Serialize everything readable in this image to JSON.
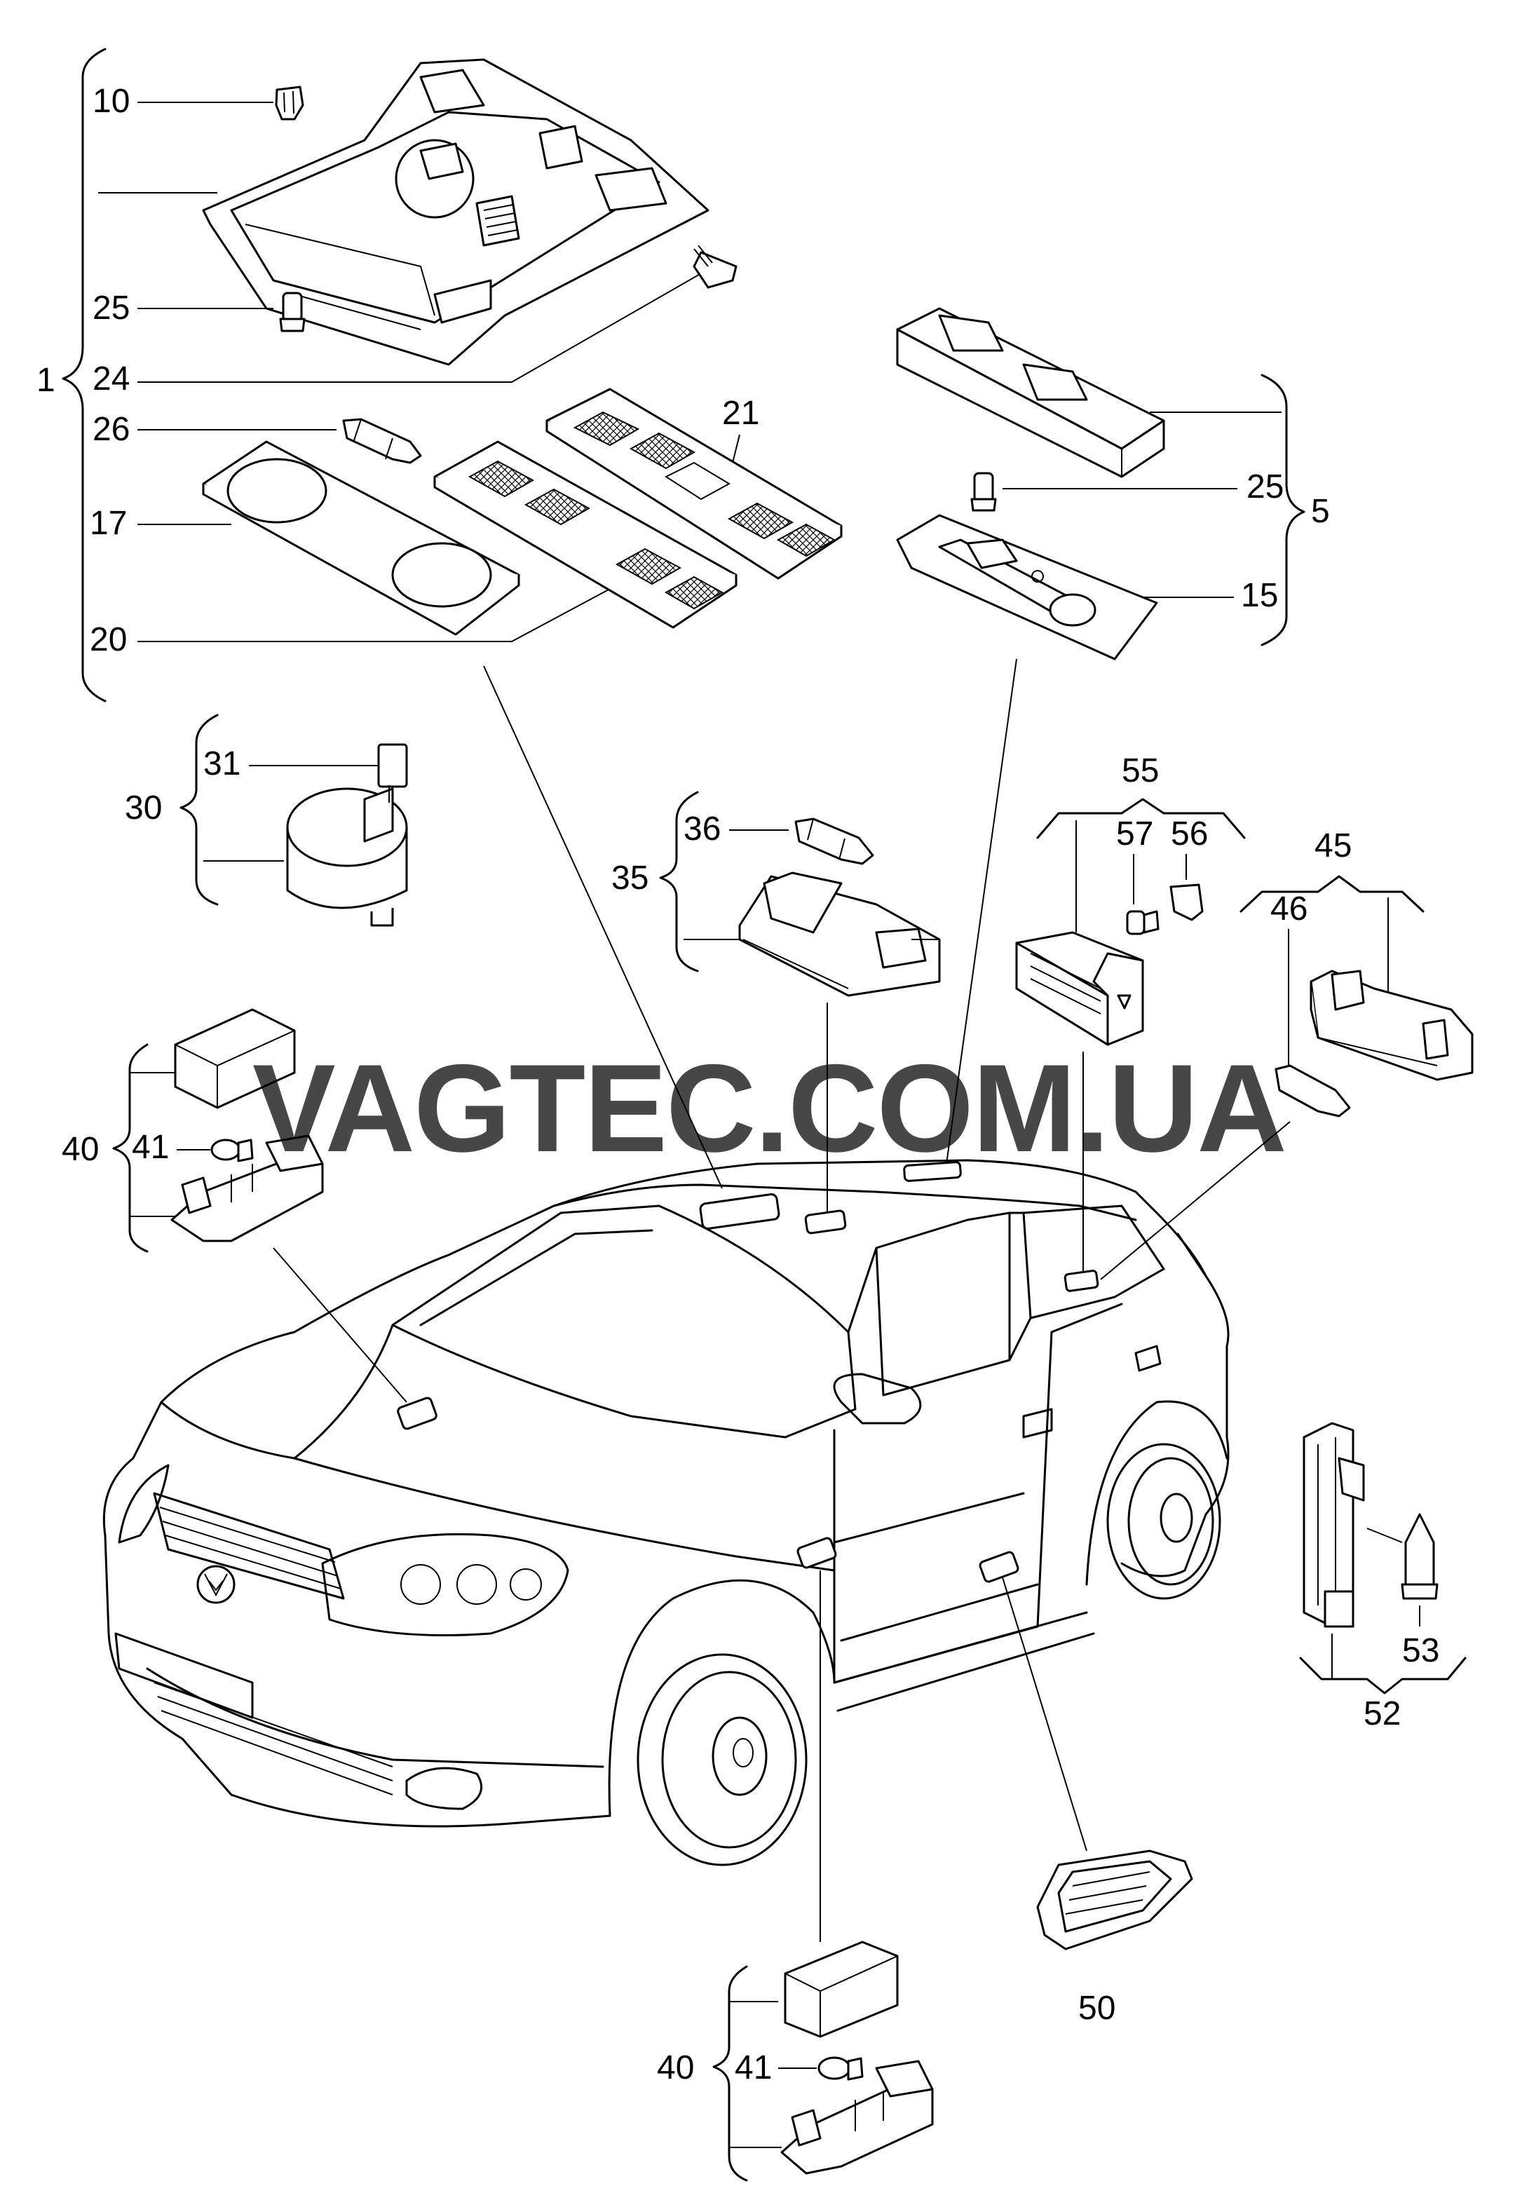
{
  "watermark": "VAGTEC.COM.UA",
  "callouts": {
    "c1": "1",
    "c10": "10",
    "c25a": "25",
    "c24": "24",
    "c26": "26",
    "c17": "17",
    "c20": "20",
    "c21": "21",
    "c25b": "25",
    "c5": "5",
    "c15": "15",
    "c30": "30",
    "c31": "31",
    "c35": "35",
    "c36": "36",
    "c55": "55",
    "c57": "57",
    "c56": "56",
    "c45": "45",
    "c46": "46",
    "c40a": "40",
    "c41a": "41",
    "c52": "52",
    "c53": "53",
    "c50": "50",
    "c40b": "40",
    "c41b": "41"
  }
}
